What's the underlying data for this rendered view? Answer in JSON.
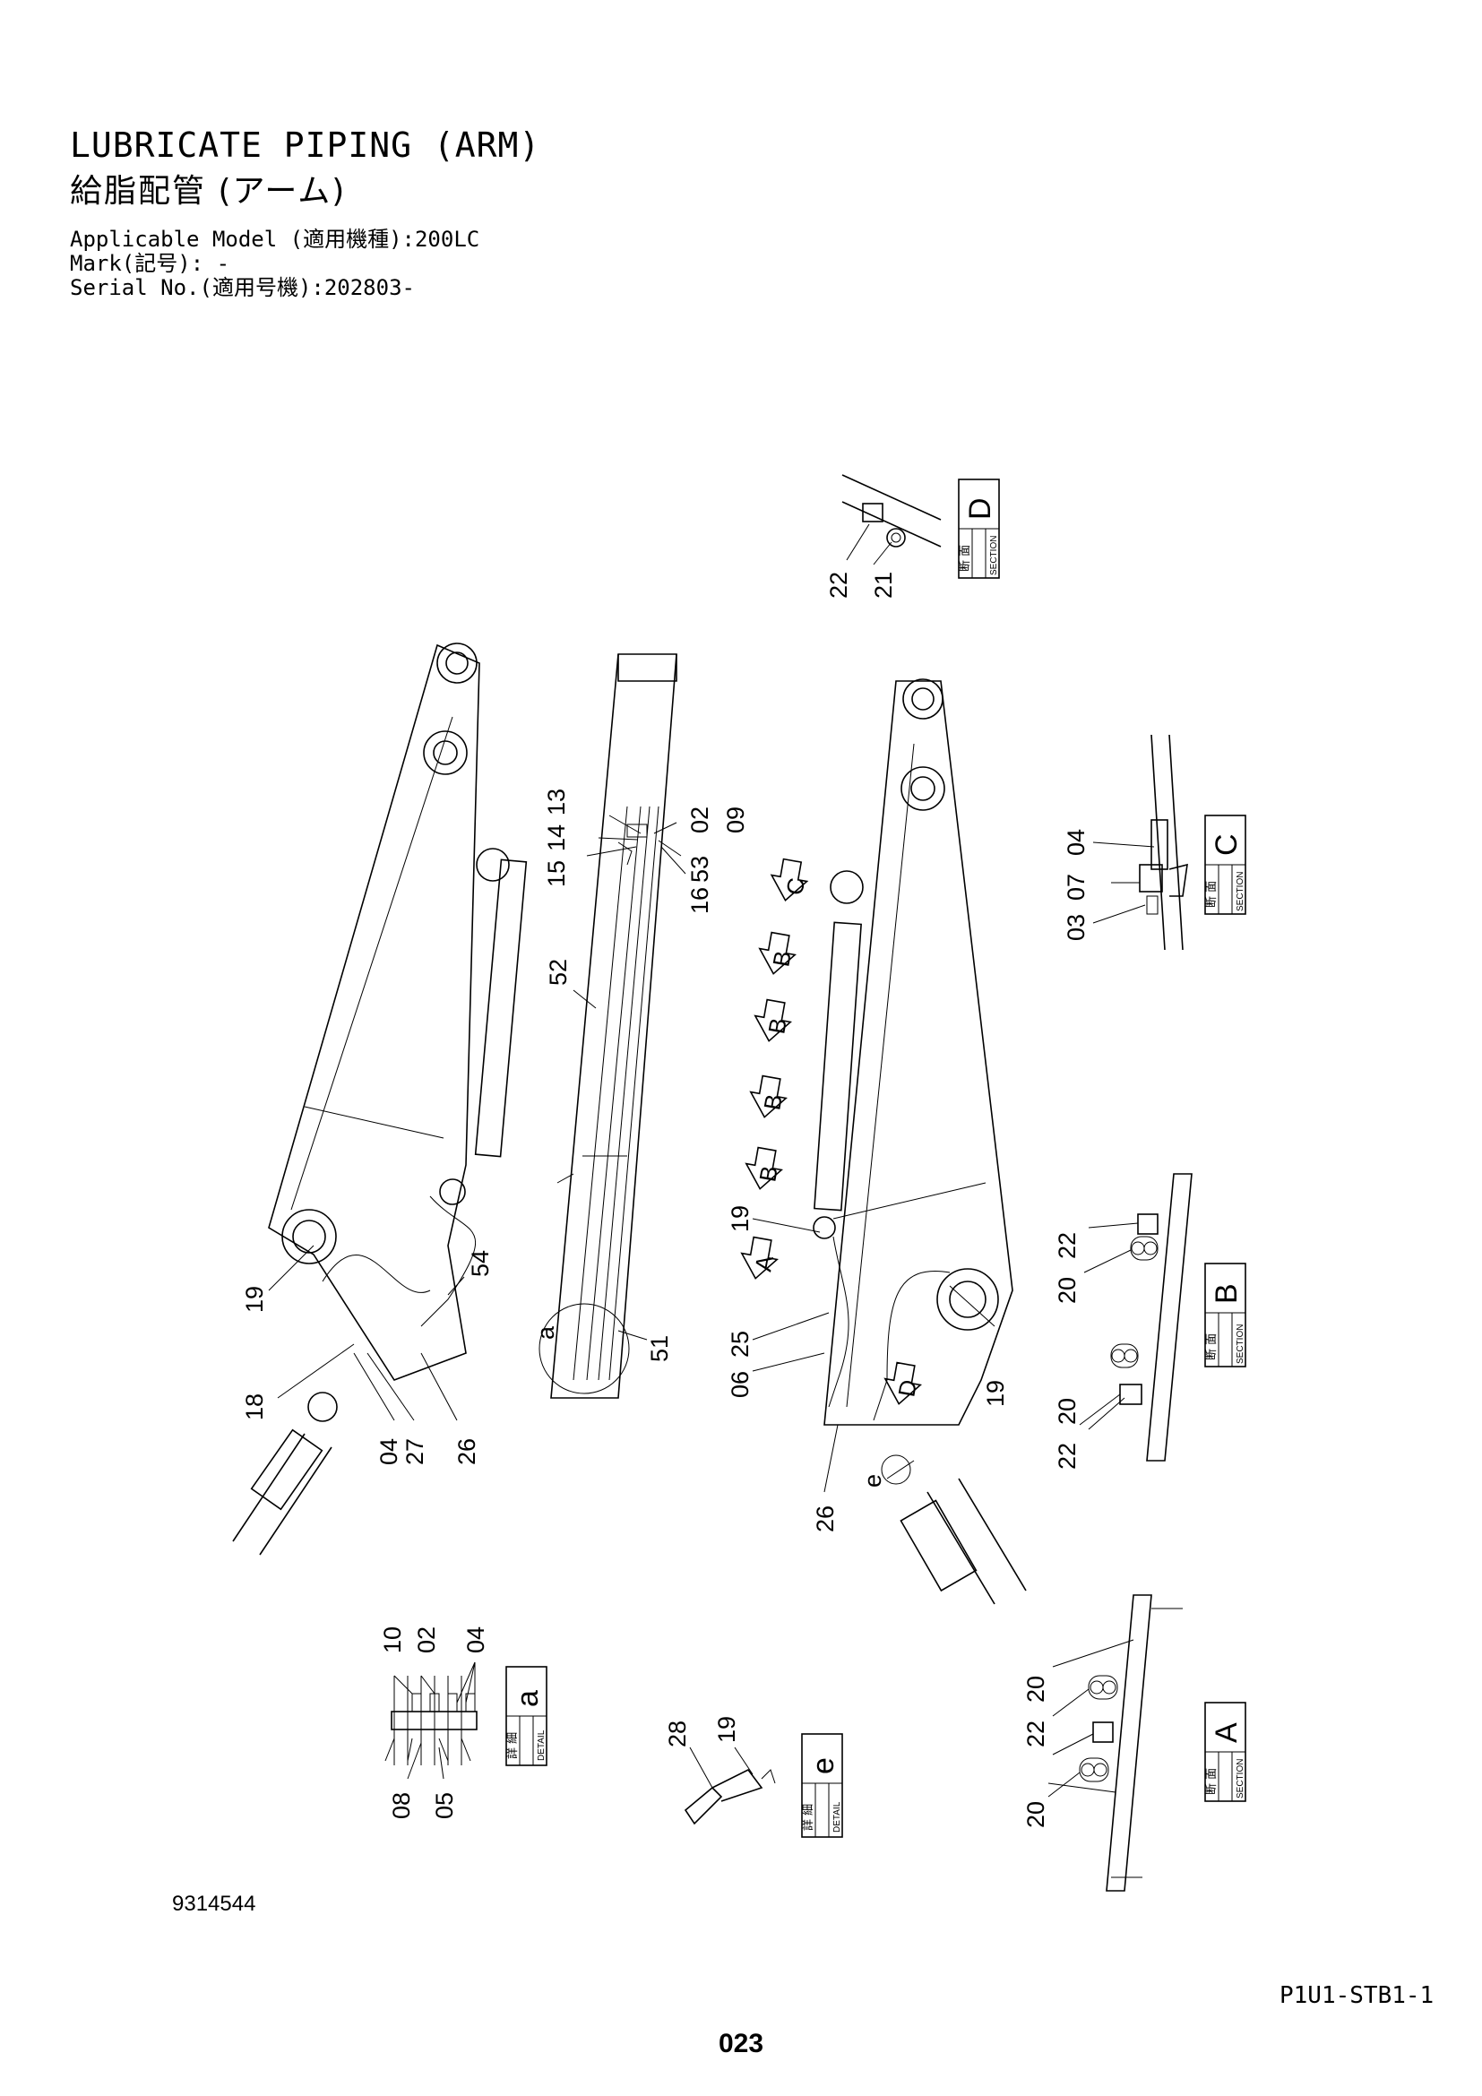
{
  "header": {
    "title_en": "LUBRICATE PIPING (ARM)",
    "title_jp": "給脂配管 (アーム)",
    "model_line": "Applicable Model (適用機種):200LC",
    "mark_line": "Mark(記号): -",
    "serial_line": "Serial No.(適用号機):202803-"
  },
  "footer": {
    "doc_number": "9314544",
    "page_code": "P1U1-STB1-1",
    "page_number": "023"
  },
  "boxes": {
    "section_jp": "断 面",
    "section_en": "SECTION",
    "detail_jp": "詳 細",
    "detail_en": "DETAIL"
  },
  "view_letters": {
    "A": "A",
    "B": "B",
    "C": "C",
    "D": "D",
    "a": "a",
    "e": "e"
  },
  "callouts": {
    "p01": "19",
    "p02": "18",
    "p03": "04",
    "p04": "27",
    "p05": "26",
    "p06": "54",
    "p07": "13",
    "p08": "14",
    "p09": "15",
    "p10": "02",
    "p11": "09",
    "p12": "53",
    "p13": "16",
    "p14": "52",
    "p15": "51",
    "p16": "a",
    "p17": "19",
    "p18": "25",
    "p19": "06",
    "p20": "19",
    "p21": "26",
    "p22": "e",
    "p23": "22",
    "p24": "21",
    "p25": "04",
    "p26": "07",
    "p27": "03",
    "p28": "22",
    "p29": "20",
    "p30": "22",
    "p31": "20",
    "p32": "10",
    "p33": "02",
    "p34": "04",
    "p35": "08",
    "p36": "05",
    "p37": "28",
    "p38": "19",
    "p39": "20",
    "p40": "22",
    "p41": "20"
  }
}
